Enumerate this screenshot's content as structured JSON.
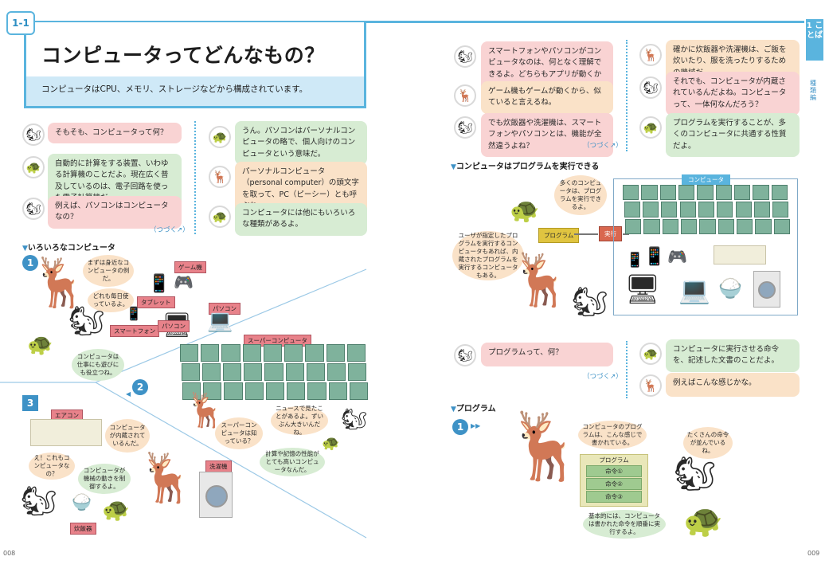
{
  "header": {
    "section": "1-1",
    "title": "コンピュータってどんなもの？",
    "subtitle": "コンピュータはCPU、メモリ、ストレージなどから構成されています。"
  },
  "left_dialog": {
    "q1": "そもそも、コンピュータって何？",
    "a1": "うん。パソコンはパーソナルコンピュータの略で、個人向けのコンピュータという意味だ。",
    "q2": "自動的に計算をする装置、いわゆる計算機のことだよ。現在広く普及しているのは、電子回路を使った電子計算機だ。",
    "a2": "パーソナルコンピュータ（personal computer）の頭文字を取って、PC（ピーシー）とも呼ぶね。",
    "q3": "例えば、パソコンはコンピュータなの？",
    "a3": "コンピュータには他にもいろいろな種類があるよ。",
    "cont": "（つづく↗）"
  },
  "left_figure": {
    "heading": "いろいろなコンピュータ",
    "n1": "1",
    "n2": "2",
    "n3": "3",
    "t_near": "まずは身近なコンピュータの例だ。",
    "t_daily": "どれも毎日使っているよ。",
    "t_work": "コンピュータは仕事にも遊びにも役立つね。",
    "t_super": "スーパーコンピュータは知っている？",
    "t_news": "ニュースで見たことがあるよ。ずいぶん大きいんだね。",
    "t_calc": "計算や記憶の性能がとても高いコンピュータなんだ。",
    "t_eh": "え！これもコンピュータなの？",
    "t_built": "コンピュータが内蔵されているんだ。",
    "t_control": "コンピュータが機械の動きを制御するよ。",
    "tags": {
      "game": "ゲーム機",
      "tablet": "タブレット",
      "smartphone": "スマートフォン",
      "pc1": "パソコン",
      "pc2": "パソコン",
      "super": "スーパーコンピュータ",
      "aircon": "エアコン",
      "washer": "洗濯機",
      "cooker": "炊飯器"
    }
  },
  "right_dialog": {
    "q1": "スマートフォンやパソコンがコンピュータなのは、何となく理解できるよ。どちらもアプリが動くから。",
    "a1": "確かに炊飯器や洗濯機は、ご飯を炊いたり、服を洗ったりするための機械だ。",
    "q2": "ゲーム機もゲームが動くから、似ていると言えるね。",
    "a2": "それでも、コンピュータが内蔵されているんだよね。コンピュータって、一体何なんだろう？",
    "q3": "でも炊飯器や洗濯機は、スマートフォンやパソコンとは、機能が全然違うよね？",
    "a3": "プログラムを実行することが、多くのコンピュータに共通する性質だよ。",
    "cont": "（つづく↗）"
  },
  "right_figure1": {
    "heading": "コンピュータはプログラムを実行できる",
    "t_many": "多くのコンピュータは、プログラムを実行できるよ。",
    "t_user": "ユーザが指定したプログラムを実行するコンピュータもあれば、内蔵されたプログラムを実行するコンピュータもある。",
    "program": "プログラム",
    "execute": "実行",
    "computer": "コンピュータ"
  },
  "right_dialog2": {
    "q": "プログラムって、何？",
    "a1": "コンピュータに実行させる命令を、記述した文書のことだよ。",
    "a2": "例えばこんな感じかな。",
    "cont": "（つづく↗）"
  },
  "right_figure2": {
    "heading": "プログラム",
    "n1": "1",
    "t_written": "コンピュータのプログラムは、こんな感じで書かれている。",
    "t_many_cmd": "たくさんの命令が並んでいるね。",
    "t_basic": "基本的には、コンピュータは書かれた命令を順番に実行するよ。",
    "box_title": "プログラム",
    "cmd1": "命令①",
    "cmd2": "命令②",
    "cmd3": "命令③"
  },
  "side": {
    "tab": "1 ことば",
    "sub": "種類編"
  },
  "pages": {
    "left": "008",
    "right": "009"
  },
  "colors": {
    "accent": "#5ab4de",
    "pink": "#f9d3d3",
    "green": "#d7ecd3",
    "peach": "#fae2c8"
  }
}
